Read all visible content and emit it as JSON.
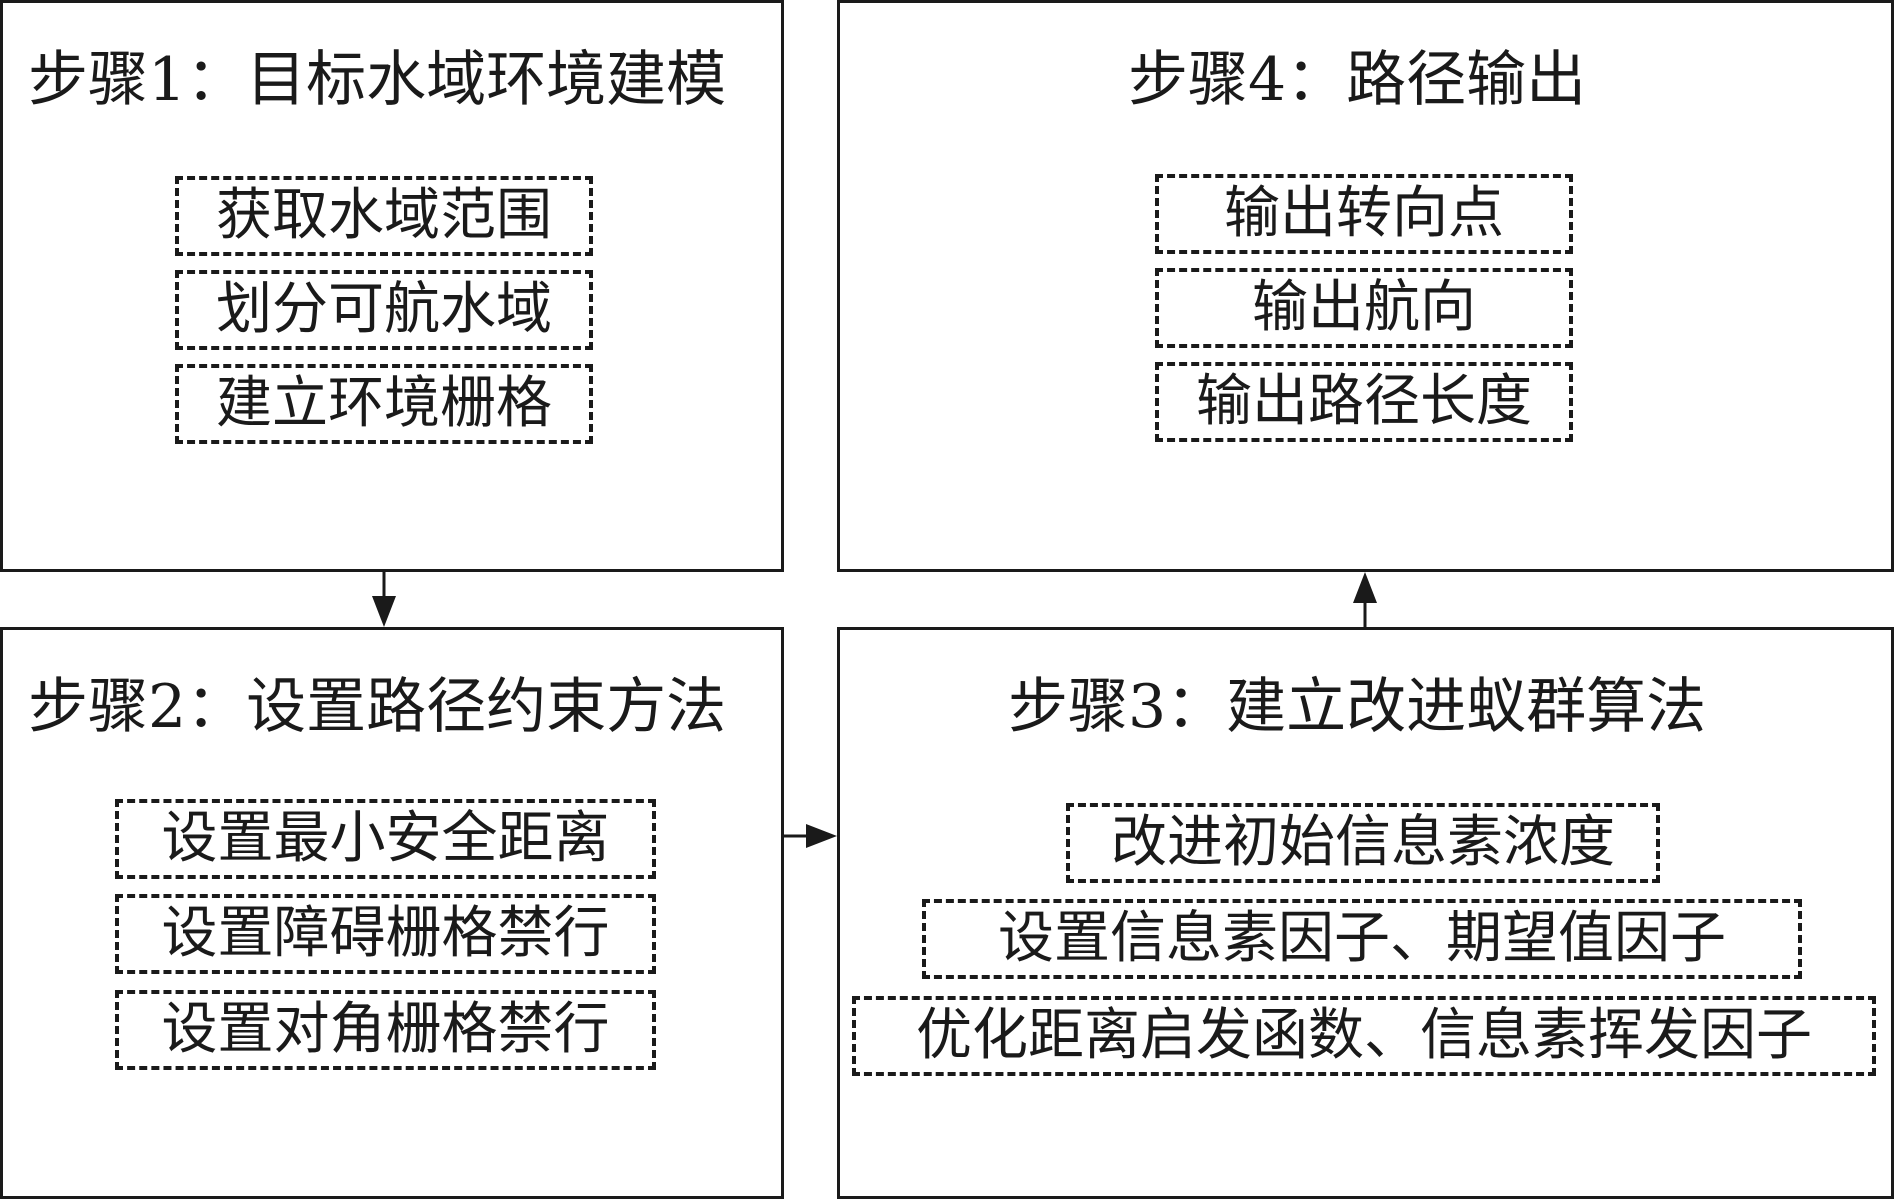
{
  "steps": [
    {
      "title": "步骤1：目标水域环境建模",
      "items": [
        "获取水域范围",
        "划分可航水域",
        "建立环境栅格"
      ]
    },
    {
      "title": "步骤2：设置路径约束方法",
      "items": [
        "设置最小安全距离",
        "设置障碍栅格禁行",
        "设置对角栅格禁行"
      ]
    },
    {
      "title": "步骤3：建立改进蚁群算法",
      "items": [
        "改进初始信息素浓度",
        "设置信息素因子、期望值因子",
        "优化距离启发函数、信息素挥发因子"
      ]
    },
    {
      "title": "步骤4：路径输出",
      "items": [
        "输出转向点",
        "输出航向",
        "输出路径长度"
      ]
    }
  ]
}
